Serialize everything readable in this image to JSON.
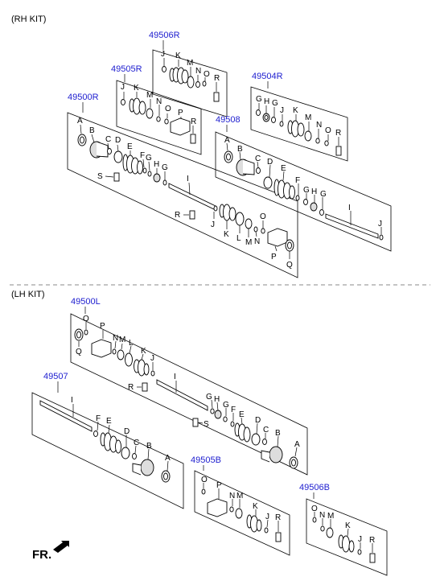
{
  "rh_kit_title": "(RH KIT)",
  "lh_kit_title": "(LH KIT)",
  "front_label": "FR.",
  "colors": {
    "part_number": "#2020d0",
    "text": "#000000",
    "divider": "#888888"
  },
  "groups": {
    "g49506R": {
      "number": "49506R",
      "labels": [
        "J",
        "K",
        "M",
        "N",
        "O",
        "R"
      ]
    },
    "g49505R": {
      "number": "49505R",
      "labels": [
        "J",
        "K",
        "M",
        "N",
        "O",
        "P",
        "R"
      ]
    },
    "g49504R": {
      "number": "49504R",
      "labels": [
        "G",
        "H",
        "G",
        "J",
        "K",
        "M",
        "N",
        "O",
        "R"
      ]
    },
    "g49500R": {
      "number": "49500R",
      "labels": [
        "A",
        "B",
        "C",
        "D",
        "E",
        "F",
        "G",
        "H",
        "G",
        "S",
        "I",
        "R",
        "J",
        "K",
        "L",
        "M",
        "N",
        "O",
        "P",
        "Q"
      ]
    },
    "g49508": {
      "number": "49508",
      "labels": [
        "A",
        "B",
        "C",
        "D",
        "E",
        "F",
        "G",
        "H",
        "G",
        "I",
        "J"
      ]
    },
    "g49500L": {
      "number": "49500L",
      "labels": [
        "O",
        "P",
        "N",
        "M",
        "L",
        "K",
        "J",
        "Q",
        "I",
        "R",
        "G",
        "H",
        "G",
        "F",
        "E",
        "S",
        "D",
        "C",
        "B",
        "A"
      ]
    },
    "g49507": {
      "number": "49507",
      "labels": [
        "I",
        "F",
        "E",
        "D",
        "C",
        "B",
        "A"
      ]
    },
    "g49505B": {
      "number": "49505B",
      "labels": [
        "O",
        "P",
        "N",
        "M",
        "K",
        "J",
        "R"
      ]
    },
    "g49506B": {
      "number": "49506B",
      "labels": [
        "O",
        "N",
        "M",
        "K",
        "J",
        "R"
      ]
    }
  }
}
